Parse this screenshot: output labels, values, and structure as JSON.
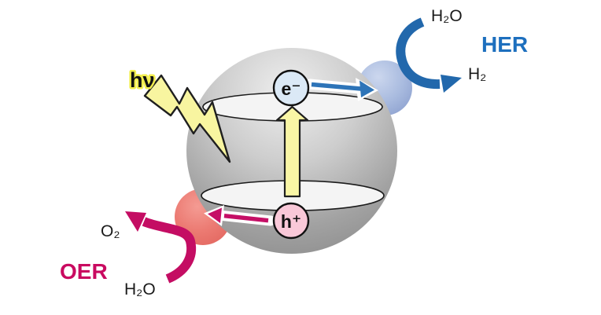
{
  "particle": {
    "photon_label": "hν",
    "electron_label": "e⁻",
    "hole_label": "h⁺"
  },
  "her": {
    "title": "HER",
    "reactant": "H₂O",
    "product": "H₂",
    "text_color": "#1d6fbe",
    "curved_arrow_color": "#2268ac",
    "transfer_arrow_color": "#2d74b8",
    "cocatalyst_color": "#a9bbdf"
  },
  "oer": {
    "title": "OER",
    "reactant": "H₂O",
    "product": "O₂",
    "text_color": "#c90a60",
    "curved_arrow_color": "#c40d63",
    "transfer_arrow_color": "#c50f66",
    "cocatalyst_color": "#ec7b73"
  },
  "colors": {
    "background": "#ffffff",
    "main_sphere": "#a8a8a8",
    "band_ellipse": "#f4f4f4",
    "excitation_arrow": "#f9f6a5",
    "lightning_bolt": "#f8f5a0",
    "electron_circle": "#dbe9f6",
    "hole_circle": "#f9c8d8"
  }
}
